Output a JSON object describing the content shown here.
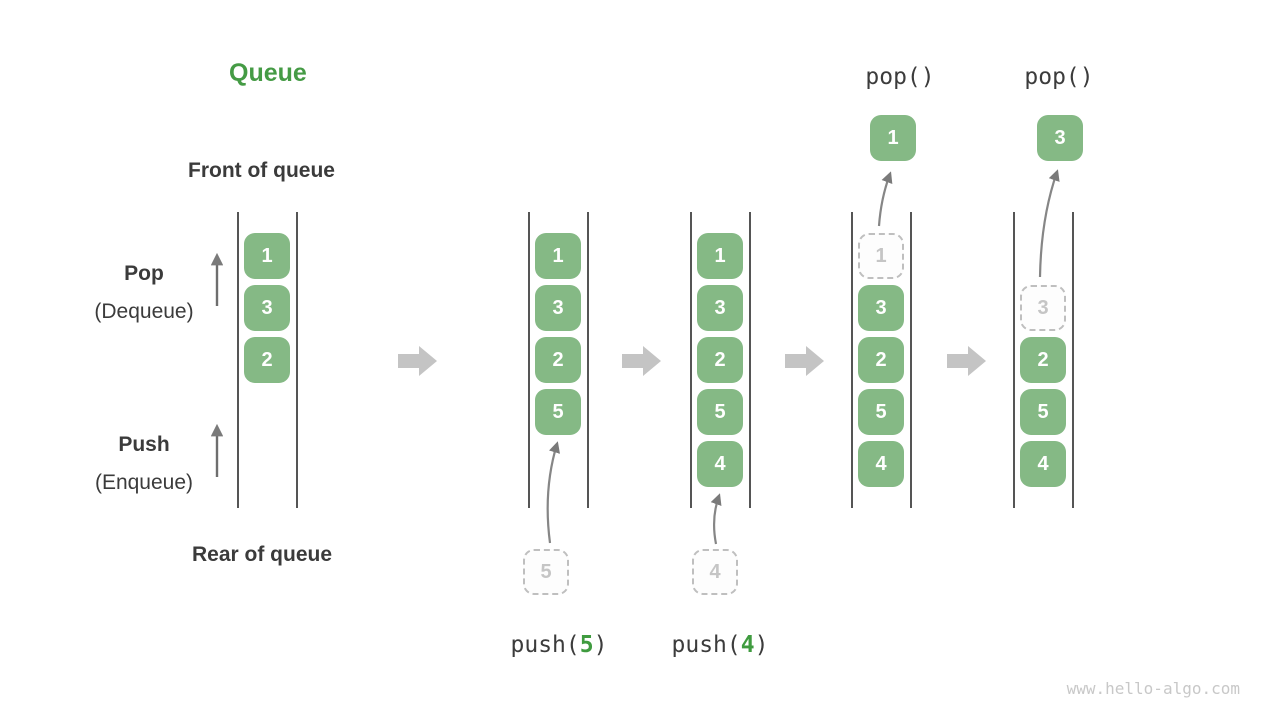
{
  "title": "Queue",
  "labels": {
    "front_of_queue": "Front of queue",
    "rear_of_queue": "Rear of queue",
    "pop": "Pop",
    "pop_sub": "(Dequeue)",
    "push": "Push",
    "push_sub": "(Enqueue)"
  },
  "watermark": "www.hello-algo.com",
  "colors": {
    "cell_green": "#85b985",
    "accent_green": "#459b45",
    "op_arg_green": "#3f9b3f",
    "text_dark": "#3b3b3b",
    "ghost_gray": "#c5c5c5",
    "column_line": "#555555",
    "thin_arrow_gray": "#7a7a7a",
    "block_arrow_gray": "#c4c4c4"
  },
  "queues": [
    {
      "cells": [
        "1",
        "3",
        "2"
      ]
    },
    {
      "cells": [
        "1",
        "3",
        "2",
        "5"
      ],
      "ghost": "5",
      "op": {
        "pre": "push(",
        "arg": "5",
        "suf": ")"
      }
    },
    {
      "cells": [
        "1",
        "3",
        "2",
        "5",
        "4"
      ],
      "ghost": "4",
      "op": {
        "pre": "push(",
        "arg": "4",
        "suf": ")"
      }
    },
    {
      "cells": [
        "3",
        "2",
        "5",
        "4"
      ],
      "ghost": "1",
      "popped": "1",
      "op": {
        "pre": "pop()",
        "arg": "",
        "suf": ""
      }
    },
    {
      "cells": [
        "2",
        "5",
        "4"
      ],
      "ghost": "3",
      "popped": "3",
      "op": {
        "pre": "pop()",
        "arg": "",
        "suf": ""
      }
    }
  ]
}
